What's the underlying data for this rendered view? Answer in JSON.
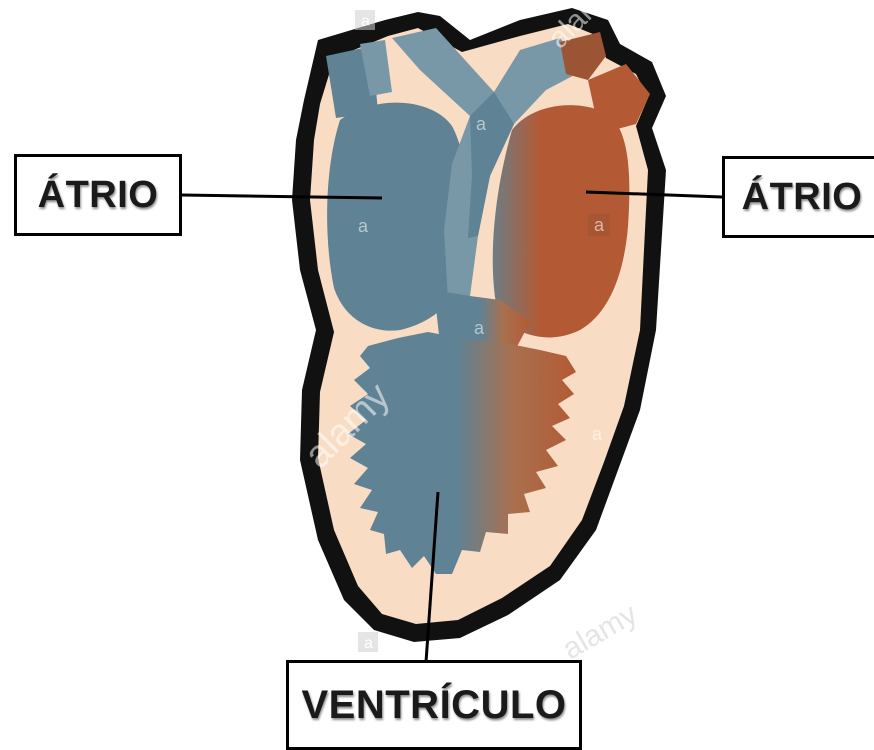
{
  "labels": {
    "left_atrium_label": "ÁTRIO",
    "right_atrium_label": "ÁTRIO",
    "ventricle_label": "VENTRÍCULO"
  },
  "watermark": {
    "brand": "alamy",
    "mark": "a"
  },
  "colors": {
    "outline": "#111111",
    "skin": "#f8dcc4",
    "blue": "#5f8294",
    "orange": "#b35a34",
    "vessel_blue": "#7898a8"
  }
}
